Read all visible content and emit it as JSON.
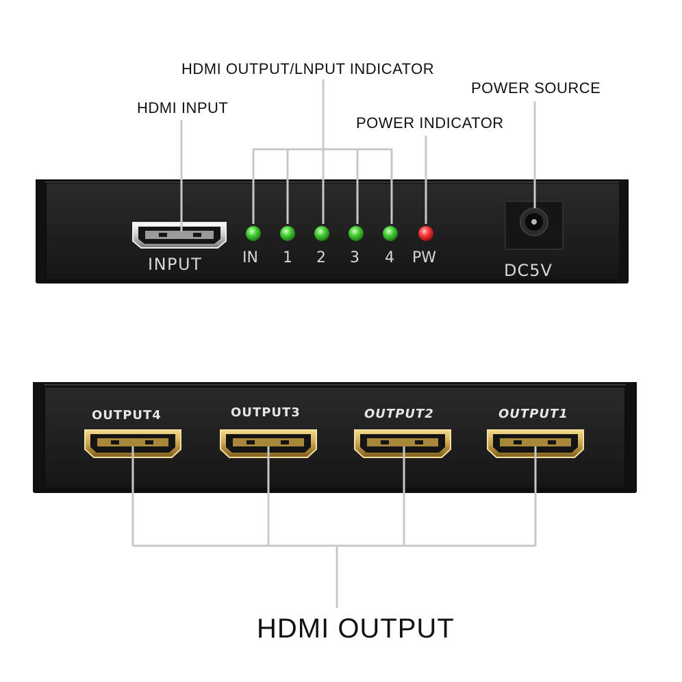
{
  "callouts": {
    "hdmi_input": "HDMI INPUT",
    "indicator": "HDMI OUTPUT/LNPUT INDICATOR",
    "power_source": "POWER SOURCE",
    "power_indicator": "POWER INDICATOR",
    "hdmi_output": "HDMI OUTPUT"
  },
  "front_panel": {
    "input_label": "INPUT",
    "leds": [
      {
        "label": "IN",
        "color": "green"
      },
      {
        "label": "1",
        "color": "green"
      },
      {
        "label": "2",
        "color": "green"
      },
      {
        "label": "3",
        "color": "green"
      },
      {
        "label": "4",
        "color": "green"
      },
      {
        "label": "PW",
        "color": "red"
      }
    ],
    "dc_label": "DC5V"
  },
  "back_panel": {
    "outputs": [
      "OUTPUT4",
      "OUTPUT3",
      "OUTPUT2",
      "OUTPUT1"
    ]
  },
  "colors": {
    "panel": "#1c1c1e",
    "led_green": "#4bd23a",
    "led_red": "#ff3b3b",
    "gold": "#c9a24a",
    "line": "#c8c8c8"
  }
}
